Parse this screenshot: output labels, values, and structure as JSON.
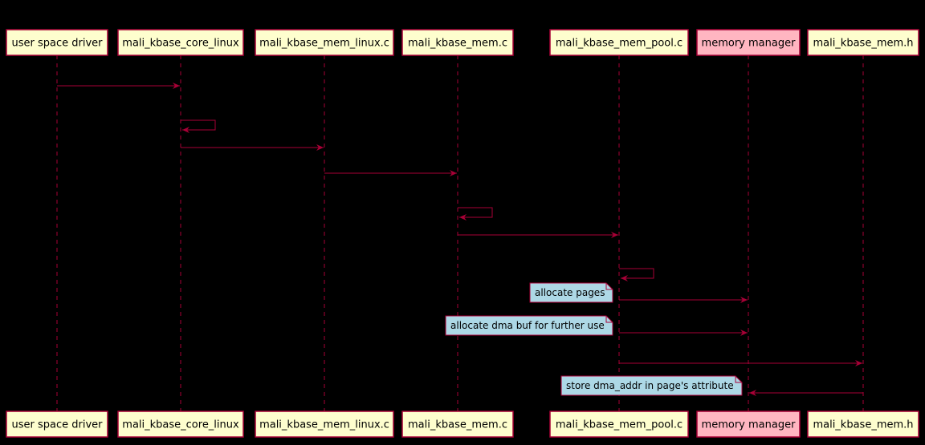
{
  "diagram": {
    "type": "sequence",
    "colors": {
      "background": "#000000",
      "participant_fill": "#FEFECE",
      "participant_highlight_fill": "#FFB6C1",
      "participant_border": "#A80036",
      "arrow": "#A80036",
      "lifeline": "#A80036",
      "note_fill": "#ADD8E6",
      "note_border": "#A80036"
    },
    "participants": [
      {
        "id": "usd",
        "label": "user space driver",
        "highlight": false
      },
      {
        "id": "core",
        "label": "mali_kbase_core_linux",
        "highlight": false
      },
      {
        "id": "memlinux",
        "label": "mali_kbase_mem_linux.c",
        "highlight": false
      },
      {
        "id": "mem",
        "label": "mali_kbase_mem.c",
        "highlight": false
      },
      {
        "id": "pool",
        "label": "mali_kbase_mem_pool.c",
        "highlight": false
      },
      {
        "id": "mm",
        "label": "memory manager",
        "highlight": true
      },
      {
        "id": "memh",
        "label": "mali_kbase_mem.h",
        "highlight": false
      }
    ],
    "messages": [
      {
        "from": "usd",
        "to": "core"
      },
      {
        "from": "core",
        "to": "core"
      },
      {
        "from": "core",
        "to": "memlinux"
      },
      {
        "from": "memlinux",
        "to": "mem"
      },
      {
        "from": "mem",
        "to": "mem"
      },
      {
        "from": "mem",
        "to": "pool"
      },
      {
        "from": "pool",
        "to": "pool"
      },
      {
        "from": "pool",
        "to": "mm",
        "note": "allocate pages"
      },
      {
        "from": "pool",
        "to": "mm",
        "note": "allocate dma buf for further use"
      },
      {
        "from": "pool",
        "to": "memh"
      },
      {
        "from": "memh",
        "to": "mm",
        "note": "store dma_addr in page's attribute"
      }
    ]
  }
}
